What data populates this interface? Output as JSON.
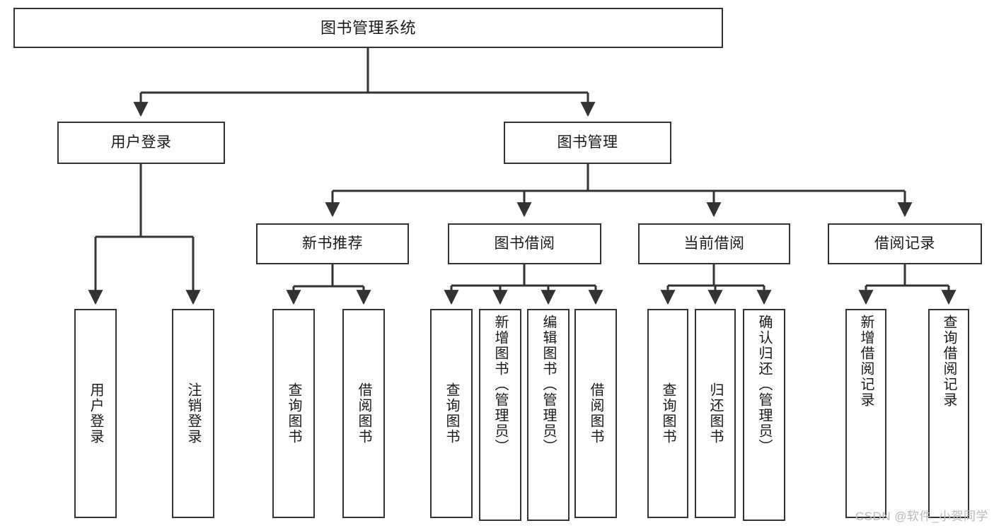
{
  "diagram": {
    "title": "图书管理系统",
    "watermark": "CSDN @软件_小贺同学",
    "colors": {
      "stroke": "#333333",
      "background": "#ffffff",
      "text": "#1a1a1a",
      "watermark": "#b9b9b9"
    },
    "nodes": {
      "root": {
        "label": "图书管理系统"
      },
      "level1": [
        {
          "id": "user-login",
          "label": "用户登录"
        },
        {
          "id": "book-management",
          "label": "图书管理"
        }
      ],
      "level2": [
        {
          "id": "new-book-recommend",
          "label": "新书推荐"
        },
        {
          "id": "book-borrow",
          "label": "图书借阅"
        },
        {
          "id": "current-borrow",
          "label": "当前借阅"
        },
        {
          "id": "borrow-record",
          "label": "借阅记录"
        }
      ],
      "leaves": {
        "user-login": [
          {
            "id": "leaf-user-login",
            "label": "用户登录"
          },
          {
            "id": "leaf-logout",
            "label": "注销登录"
          }
        ],
        "new-book-recommend": [
          {
            "id": "leaf-query-book-1",
            "label": "查询图书"
          },
          {
            "id": "leaf-borrow-book-1",
            "label": "借阅图书"
          }
        ],
        "book-borrow": [
          {
            "id": "leaf-query-book-2",
            "label": "查询图书"
          },
          {
            "id": "leaf-add-book",
            "label": "新增图书（管理员）"
          },
          {
            "id": "leaf-edit-book",
            "label": "编辑图书（管理员）"
          },
          {
            "id": "leaf-borrow-book-2",
            "label": "借阅图书"
          }
        ],
        "current-borrow": [
          {
            "id": "leaf-query-book-3",
            "label": "查询图书"
          },
          {
            "id": "leaf-return-book",
            "label": "归还图书"
          },
          {
            "id": "leaf-confirm-return",
            "label": "确认归还（管理员）"
          }
        ],
        "borrow-record": [
          {
            "id": "leaf-add-record",
            "label": "新增借阅记录"
          },
          {
            "id": "leaf-query-record",
            "label": "查询借阅记录"
          }
        ]
      }
    }
  }
}
